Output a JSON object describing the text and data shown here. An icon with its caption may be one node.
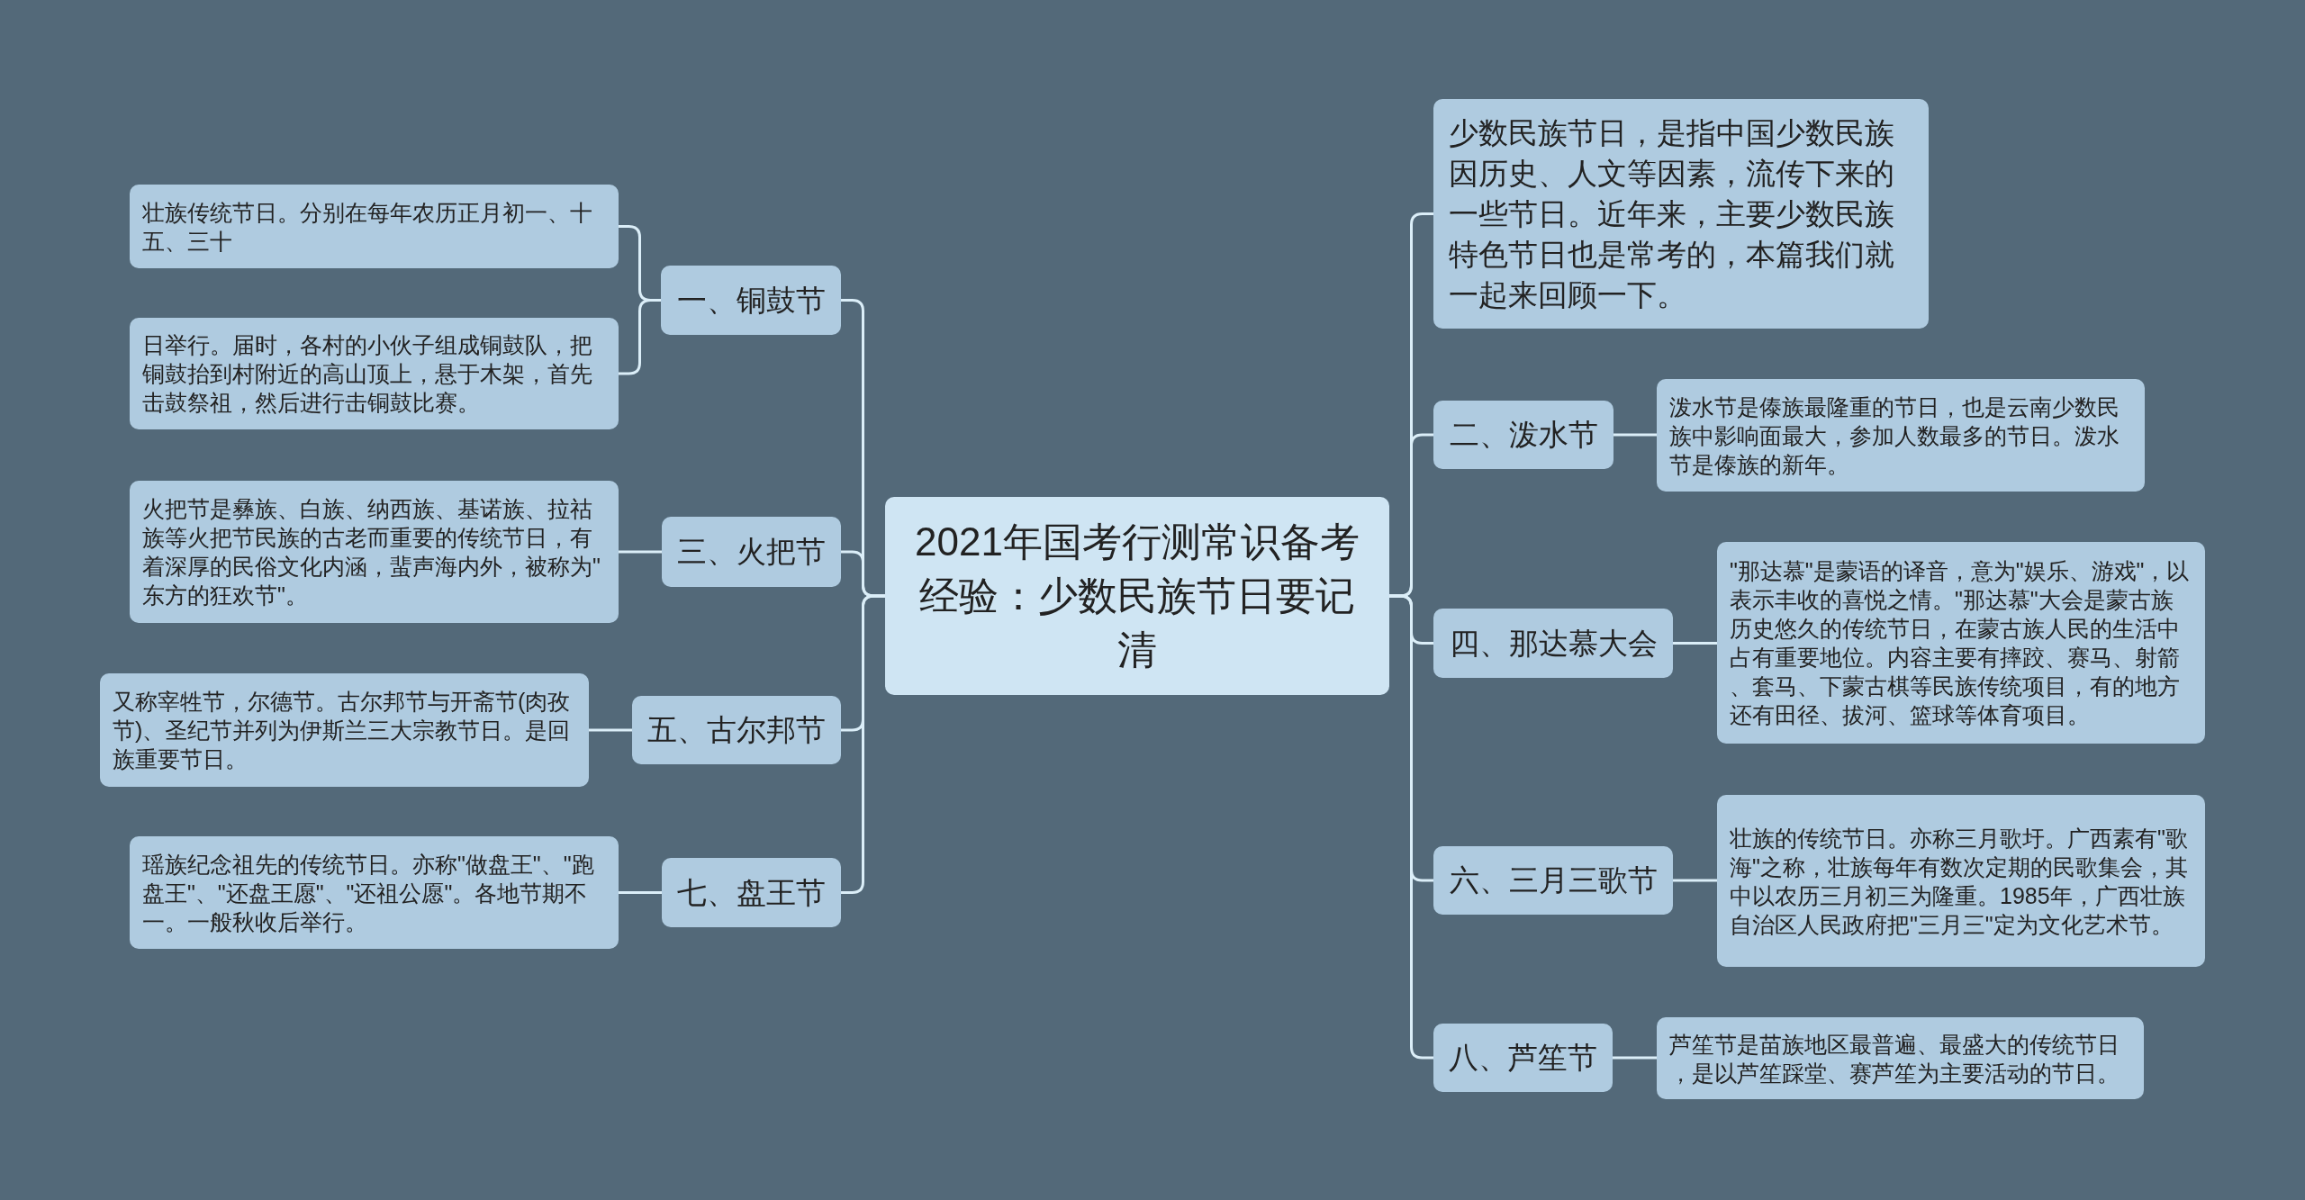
{
  "diagram": {
    "nodes": [
      {
        "text": [
          "2021年国考行测常识备考经验：少数民族节日要记清"
        ]
      },
      {
        "text": [
          "一、铜鼓节"
        ]
      },
      {
        "text": [
          "壮族传统节日。分别在每年农历正月初一、十五、三十"
        ]
      },
      {
        "text": [
          "日举行。届时，各村的小伙子组成铜鼓队，把铜鼓抬到村附近的高山顶上，悬于木架，首先击鼓祭祖，然后进行击铜鼓比赛。"
        ]
      },
      {
        "text": [
          "三、火把节"
        ]
      },
      {
        "text": [
          "火把节是彝族、白族、纳西族、基诺族、拉祜族等火把节民族的古老而重要的传统节日，有着深厚的民俗文化内涵，蜚声海内外，被称为\"东方的狂欢节\"。"
        ]
      },
      {
        "text": [
          "五、古尔邦节"
        ]
      },
      {
        "text": [
          "又称宰牲节，尔德节。古尔邦节与开斋节(肉孜节)、圣纪节并列为伊斯兰三大宗教节日。是回族重要节日。"
        ]
      },
      {
        "text": [
          "七、盘王节"
        ]
      },
      {
        "text": [
          "瑶族纪念祖先的传统节日。亦称\"做盘王\"、\"跑盘王\"、\"还盘王愿\"、\"还祖公愿\"。各地节期不一。一般秋收后举行。"
        ]
      },
      {
        "text": [
          "少数民族节日，是指中国少数民族因历史、人文等因素，流传下来的一些节日。近年来，主要少数民族特色节日也是常考的，本篇我们就一起来回顾一下。"
        ]
      },
      {
        "text": [
          "二、泼水节"
        ]
      },
      {
        "text": [
          "泼水节是傣族最隆重的节日，也是云南少数民族中影响面最大，参加人数最多的节日。泼水节是傣族的新年。"
        ]
      },
      {
        "text": [
          "四、那达慕大会"
        ]
      },
      {
        "text": [
          "\"那达慕\"是蒙语的译音，意为\"娱乐、游戏\"，以表示丰收的喜悦之情。\"那达慕\"大会是蒙古族历史悠久的传统节日，在蒙古族人民的生活中占有重要地位。内容主要有摔跤、赛马、射箭、套马、下蒙古棋等民族传统项目，有的地方还有田径、拔河、篮球等体育项目。"
        ]
      },
      {
        "text": [
          "六、三月三歌节"
        ]
      },
      {
        "text": [
          "壮族的传统节日。亦称三月歌圩。广西素有\"歌海\"之称，壮族每年有数次定期的民歌集会，其中以农历三月初三为隆重。1985年，广西壮族自治区人民政府把\"三月三\"定为文化艺术节。"
        ]
      },
      {
        "text": [
          "八、芦笙节"
        ]
      },
      {
        "text": [
          "芦笙节是苗族地区最普遍、最盛大的传统节日，是以芦笙踩堂、赛芦笙为主要活动的节日。"
        ]
      }
    ],
    "edges": [
      {
        "from": 0,
        "to": 1,
        "arrow": "none"
      },
      {
        "from": 1,
        "to": 2,
        "arrow": "none"
      },
      {
        "from": 1,
        "to": 3,
        "arrow": "none"
      },
      {
        "from": 0,
        "to": 4,
        "arrow": "none"
      },
      {
        "from": 4,
        "to": 5,
        "arrow": "none"
      },
      {
        "from": 0,
        "to": 6,
        "arrow": "none"
      },
      {
        "from": 6,
        "to": 7,
        "arrow": "none"
      },
      {
        "from": 0,
        "to": 8,
        "arrow": "none"
      },
      {
        "from": 8,
        "to": 9,
        "arrow": "none"
      },
      {
        "from": 0,
        "to": 10,
        "arrow": "none"
      },
      {
        "from": 0,
        "to": 11,
        "arrow": "none"
      },
      {
        "from": 11,
        "to": 12,
        "arrow": "none"
      },
      {
        "from": 0,
        "to": 13,
        "arrow": "none"
      },
      {
        "from": 13,
        "to": 14,
        "arrow": "none"
      },
      {
        "from": 0,
        "to": 15,
        "arrow": "none"
      },
      {
        "from": 15,
        "to": 16,
        "arrow": "none"
      },
      {
        "from": 0,
        "to": 17,
        "arrow": "none"
      },
      {
        "from": 17,
        "to": 18,
        "arrow": "none"
      }
    ]
  }
}
